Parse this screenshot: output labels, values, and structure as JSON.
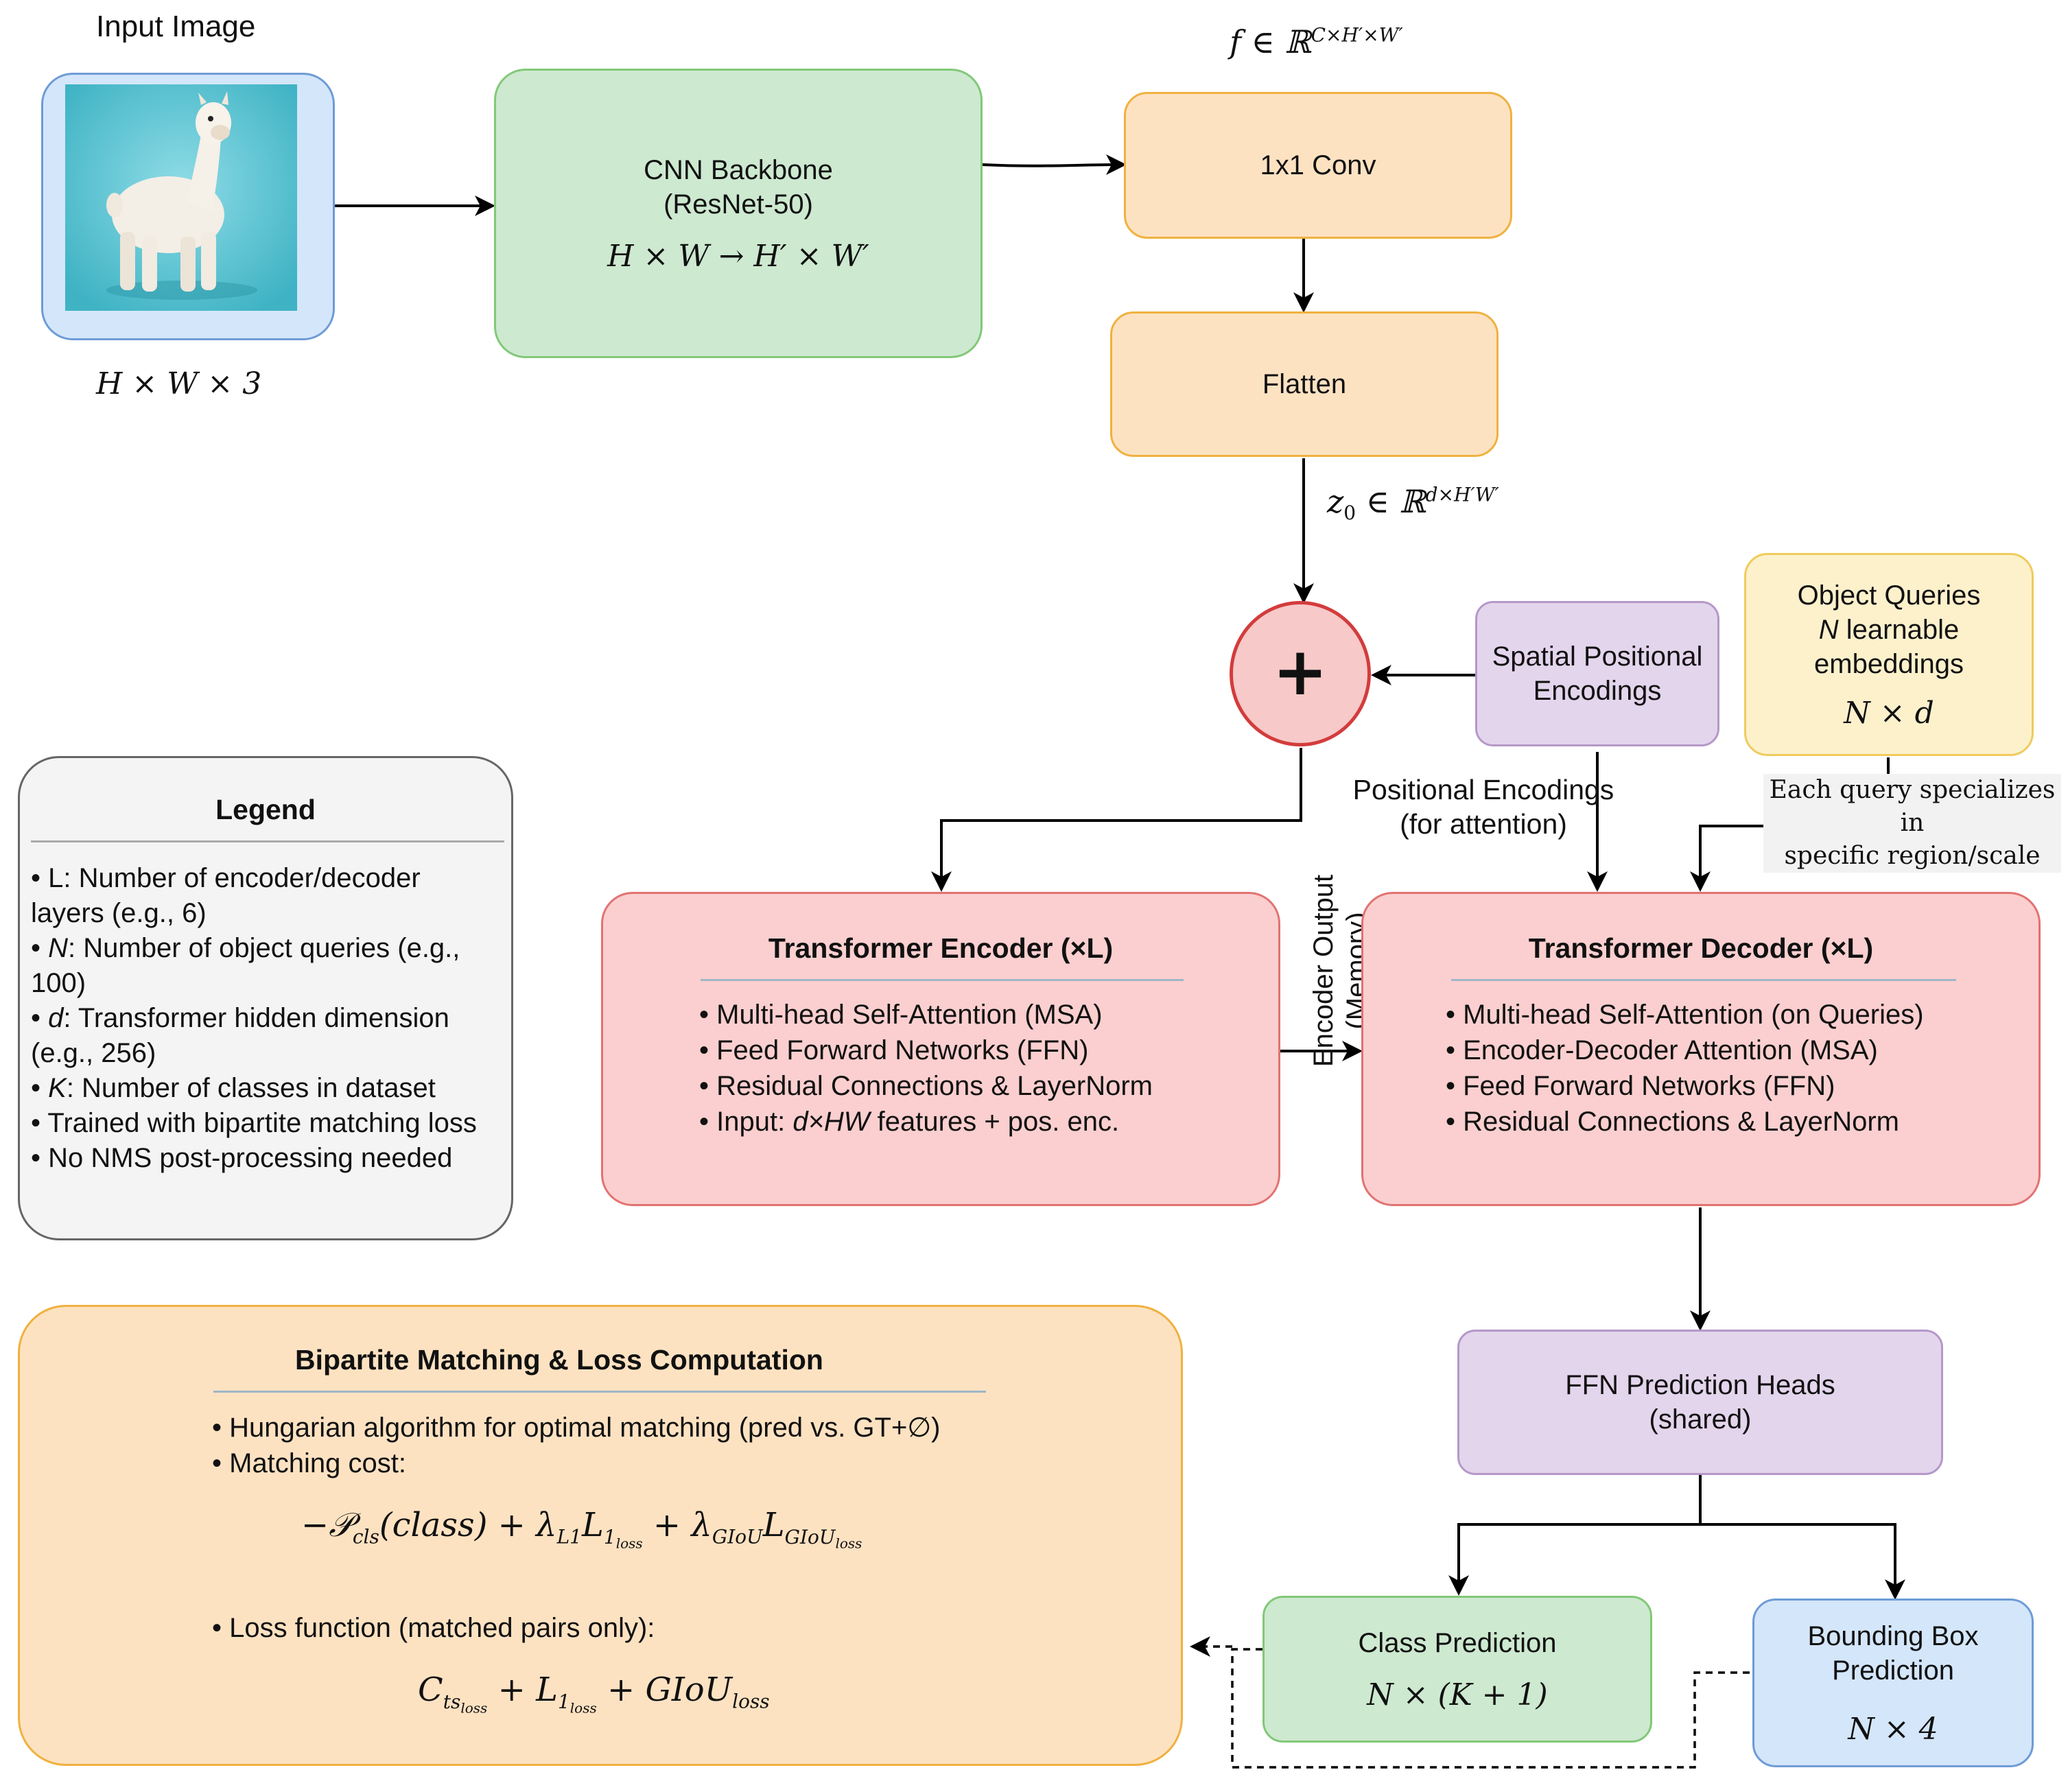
{
  "input": {
    "label": "Input Image",
    "dims": "H × W × 3"
  },
  "cnn": {
    "line1": "CNN Backbone",
    "line2": "(ResNet-50)",
    "formula": "H × W → H′ × W′"
  },
  "feature_label": "f ∈ ℝ^{C×H′×W′}",
  "feature_parts": {
    "base": "f ∈ ℝ",
    "sup": "C×H′×W′"
  },
  "conv": {
    "label": "1x1 Conv"
  },
  "flatten": {
    "label": "Flatten"
  },
  "z0_parts": {
    "base": "z",
    "sub": "0",
    "mid": " ∈ ℝ",
    "sup": "d×H′W′"
  },
  "plus": {
    "symbol": "+"
  },
  "spatial_pe": {
    "line1": "Spatial Positional",
    "line2": "Encodings"
  },
  "object_queries": {
    "line1": "Object Queries",
    "line2_var": "N",
    "line2_rest": " learnable",
    "line3": "embeddings",
    "formula": "N × d"
  },
  "query_note": {
    "line1": "Each query specializes in",
    "line2": "specific region/scale"
  },
  "pos_enc_label": {
    "line1": "Positional Encodings",
    "line2": "(for attention)"
  },
  "encoder_output_label": {
    "line1": "Encoder Output",
    "line2": "(Memory)"
  },
  "encoder": {
    "title": "Transformer Encoder (×L)",
    "items": [
      "• Multi-head Self-Attention (MSA)",
      "• Feed Forward Networks (FFN)",
      "• Residual Connections & LayerNorm"
    ],
    "last_item": {
      "prefix": "• Input: ",
      "var": "d×HW",
      "suffix": " features + pos. enc."
    }
  },
  "decoder": {
    "title": "Transformer Decoder (×L)",
    "items": [
      "• Multi-head Self-Attention (on Queries)",
      "• Encoder-Decoder Attention (MSA)",
      "• Feed Forward Networks (FFN)",
      "• Residual Connections & LayerNorm"
    ]
  },
  "legend": {
    "title": "Legend",
    "items": [
      {
        "var": "",
        "text": "• L: Number of encoder/decoder layers (e.g., 6)"
      },
      {
        "var": "N",
        "text": ": Number of object queries (e.g., 100)"
      },
      {
        "var": "d",
        "text": ": Transformer hidden dimension (e.g., 256)"
      },
      {
        "var": "K",
        "text": ": Number of classes in dataset"
      },
      {
        "var": "",
        "text": "• Trained with bipartite matching loss"
      },
      {
        "var": "",
        "text": "• No NMS post-processing needed"
      }
    ]
  },
  "ffn_heads": {
    "line1": "FFN Prediction Heads",
    "line2": "(shared)"
  },
  "class_pred": {
    "label": "Class Prediction",
    "formula": "N × (K + 1)"
  },
  "bbox_pred": {
    "line1": "Bounding Box",
    "line2": "Prediction",
    "formula": "N × 4"
  },
  "matching": {
    "title": "Bipartite Matching & Loss Computation",
    "item1": "• Hungarian algorithm for optimal matching (pred vs. GT+∅)",
    "item2": "• Matching cost:",
    "item3": "• Loss function (matched pairs only):",
    "cost_formula": "−𝒫_cls(class) + λ_L1 L_1_loss + λ_GIoU L_GIoU_loss",
    "loss_formula": "C_ts_loss + L_1_loss + GIoU_loss"
  },
  "colors": {
    "green": "#cde9d0",
    "orange": "#fde2c2",
    "red": "#fbcfcf",
    "purple": "#e3d5ec",
    "yellow": "#fdf1cc",
    "blue": "#d4e6fa",
    "grey": "#f4f4f4",
    "plus_fill": "#f7c9c9",
    "plus_stroke": "#d33c3c"
  },
  "icons": {
    "input_image": "alpaca-photo-illustration"
  }
}
